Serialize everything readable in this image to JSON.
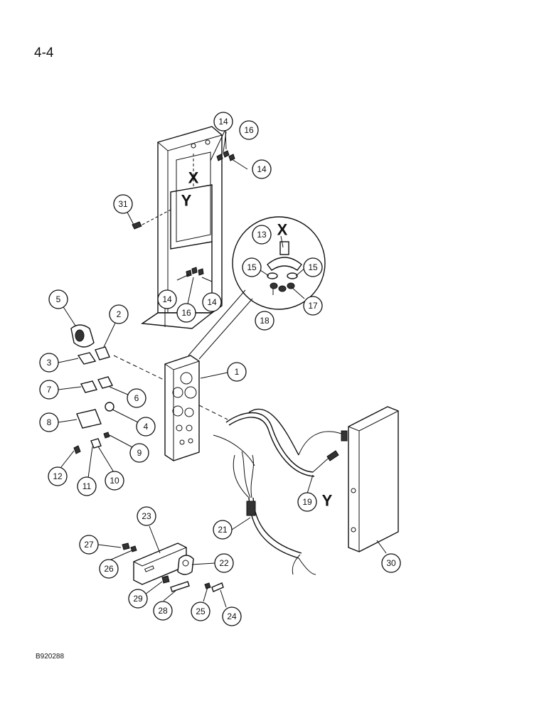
{
  "page_number": "4-4",
  "figure_code": "B920288",
  "reference_letters": [
    "X",
    "Y",
    "X",
    "Y"
  ],
  "callouts": [
    "1",
    "2",
    "3",
    "4",
    "5",
    "6",
    "7",
    "8",
    "9",
    "10",
    "11",
    "12",
    "13",
    "14",
    "14",
    "14",
    "14",
    "15",
    "15",
    "16",
    "16",
    "17",
    "18",
    "19",
    "21",
    "22",
    "23",
    "24",
    "25",
    "26",
    "27",
    "28",
    "29",
    "30",
    "31"
  ]
}
